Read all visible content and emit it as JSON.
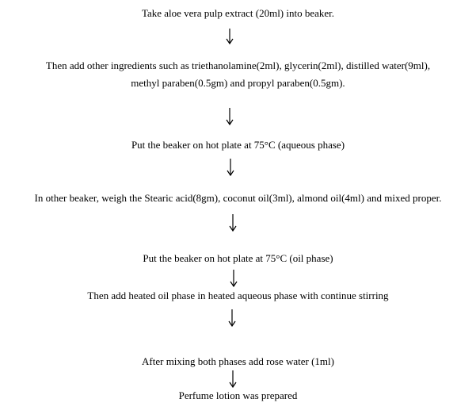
{
  "steps": [
    {
      "lines": [
        "Take aloe vera pulp extract (20ml) into beaker."
      ]
    },
    {
      "lines": [
        "Then add other ingredients such as triethanolamine(2ml), glycerin(2ml), distilled water(9ml),",
        "methyl paraben(0.5gm) and propyl paraben(0.5gm)."
      ]
    },
    {
      "lines": [
        "Put the beaker on hot plate at 75°C (aqueous phase)"
      ]
    },
    {
      "lines": [
        "In other beaker, weigh the  Stearic acid(8gm), coconut oil(3ml), almond oil(4ml) and mixed proper."
      ]
    },
    {
      "lines": [
        "Put the beaker on hot plate at 75°C (oil phase)"
      ]
    },
    {
      "lines": [
        "Then add heated oil phase in heated aqueous phase with continue stirring"
      ]
    },
    {
      "lines": [
        "After mixing both phases add rose water (1ml)"
      ]
    },
    {
      "lines": [
        "Perfume lotion was prepared"
      ]
    }
  ]
}
